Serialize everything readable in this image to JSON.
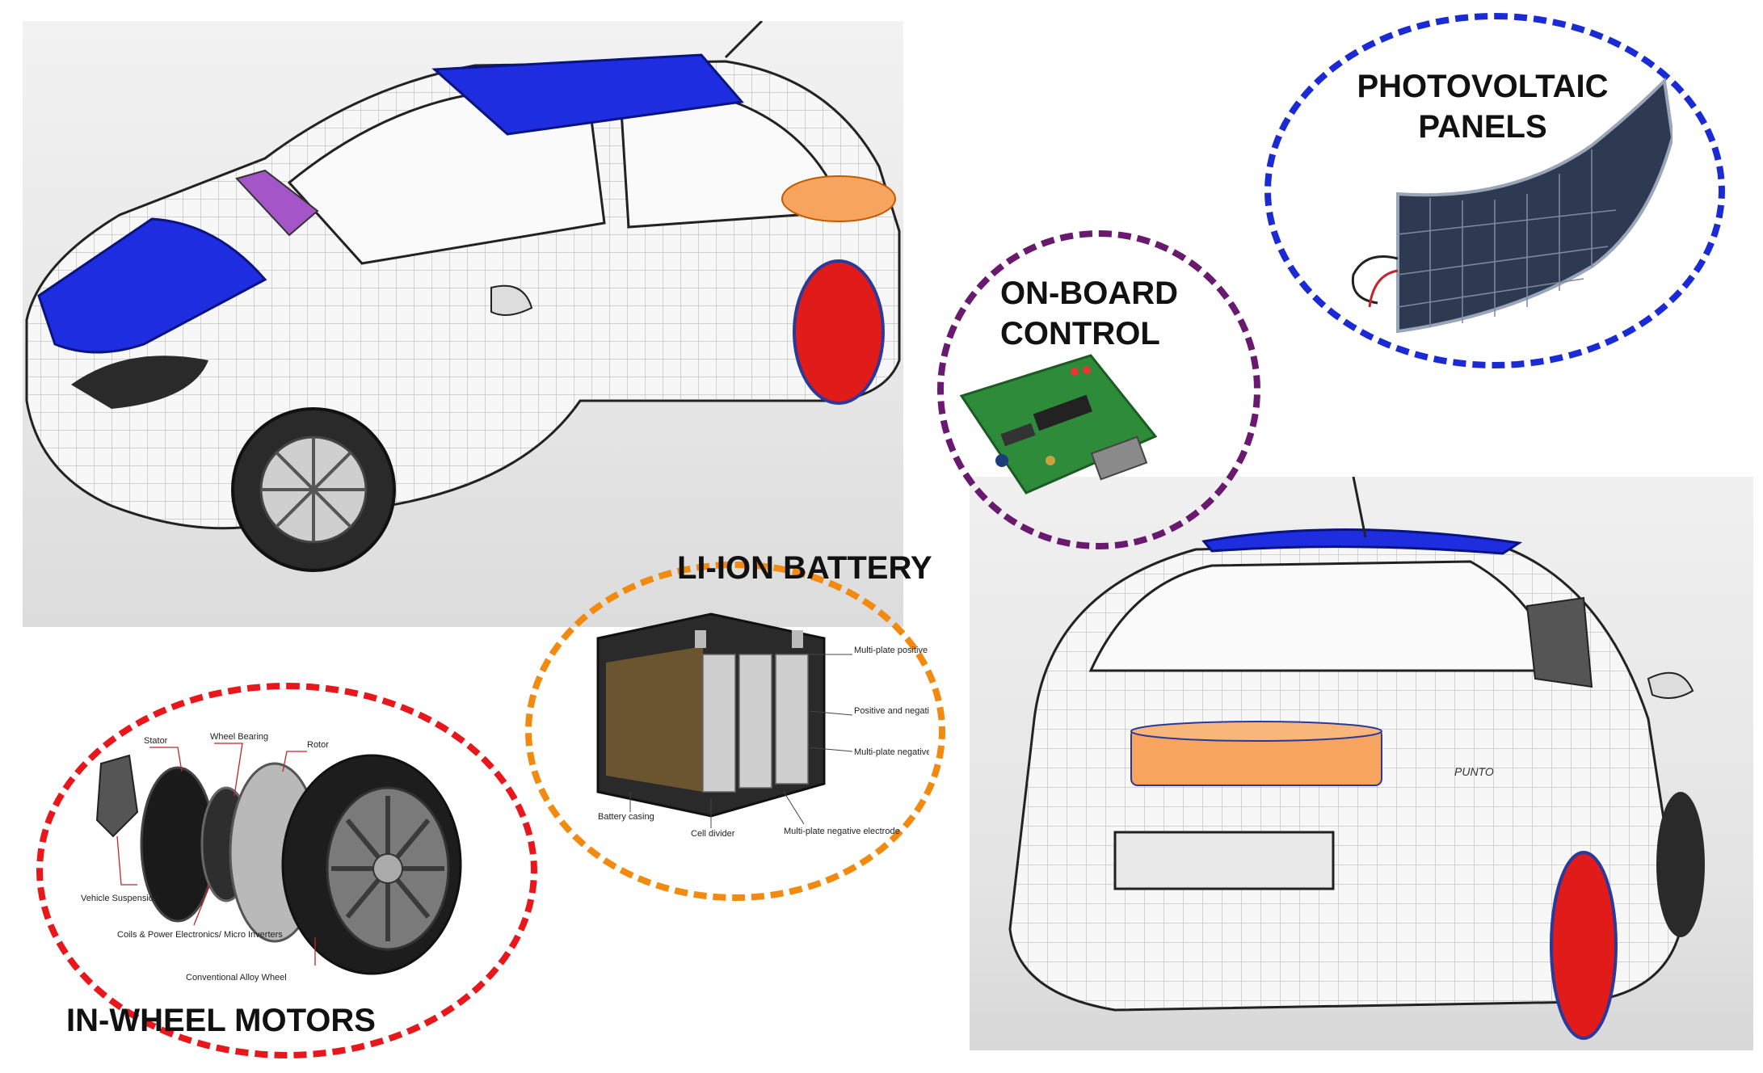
{
  "labels": {
    "photovoltaic": "PHOTOVOLTAIC PANELS",
    "onboard_line1": "ON-BOARD",
    "onboard_line2": "CONTROL",
    "battery": "LI-ION BATTERY",
    "motors": "IN-WHEEL MOTORS"
  },
  "battery_callouts": {
    "c1": "Multi-plate positive electrode",
    "c2": "Positive and negative electrodes of adjacent cells are linked to give greater voltage",
    "c3": "Multi-plate negative electrode",
    "c4": "Battery casing",
    "c5": "Cell divider",
    "c6": "Multi-plate negative electrode"
  },
  "motor_callouts": {
    "stator": "Stator",
    "bearing": "Wheel Bearing",
    "rotor": "Rotor",
    "suspension": "Vehicle Suspension",
    "coils": "Coils & Power Electronics/ Micro Inverters",
    "wheel": "Conventional Alloy Wheel"
  },
  "rear_badge": "PUNTO",
  "colors": {
    "pv_panel": "#1f2de0",
    "pv_ring": "#1a2bd6",
    "control_ring": "#6a1a6e",
    "battery_ring": "#f28a0f",
    "motor_ring": "#e8171c",
    "battery_fill": "#f7a45e",
    "wheel_fill": "#e11a1a",
    "windshield_panel": "#a455c8"
  },
  "icons": [
    "car-front-view",
    "car-rear-view",
    "solar-panel",
    "circuit-board",
    "battery-cutaway",
    "wheel-motor-exploded"
  ]
}
